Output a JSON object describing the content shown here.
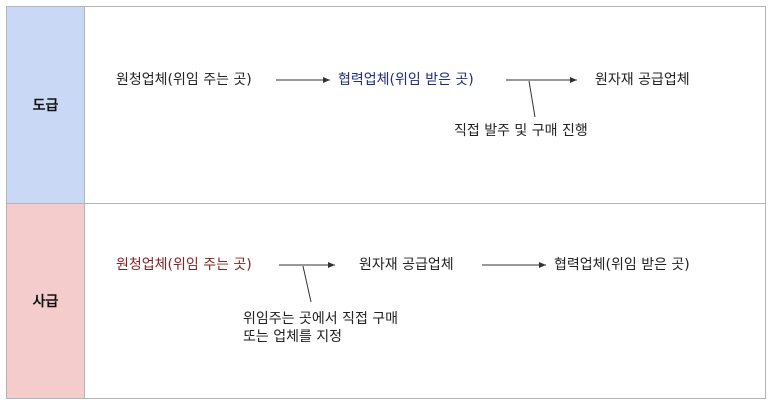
{
  "rows": {
    "subcontract": {
      "label": "도급",
      "entity1": "원청업체(위임 주는 곳)",
      "entity2": "협력업체(위임 받은 곳)",
      "entity3": "원자재 공급업체",
      "note": "직접 발주 및 구매 진행",
      "entity2_color": "#1f2a8c"
    },
    "private": {
      "label": "사급",
      "entity1": "원청업체(위임 주는 곳)",
      "entity2": "원자재 공급업체",
      "entity3": "협력업체(위임 받은 곳)",
      "note_line1": "위임주는 곳에서 직접 구매",
      "note_line2": "또는 업체를 지정",
      "entity1_color": "#8a1f1f"
    }
  },
  "colors": {
    "top_label_bg": "#c9d9f5",
    "bottom_label_bg": "#f5cccc",
    "border": "#b4b4b4",
    "arrow": "#333333"
  }
}
